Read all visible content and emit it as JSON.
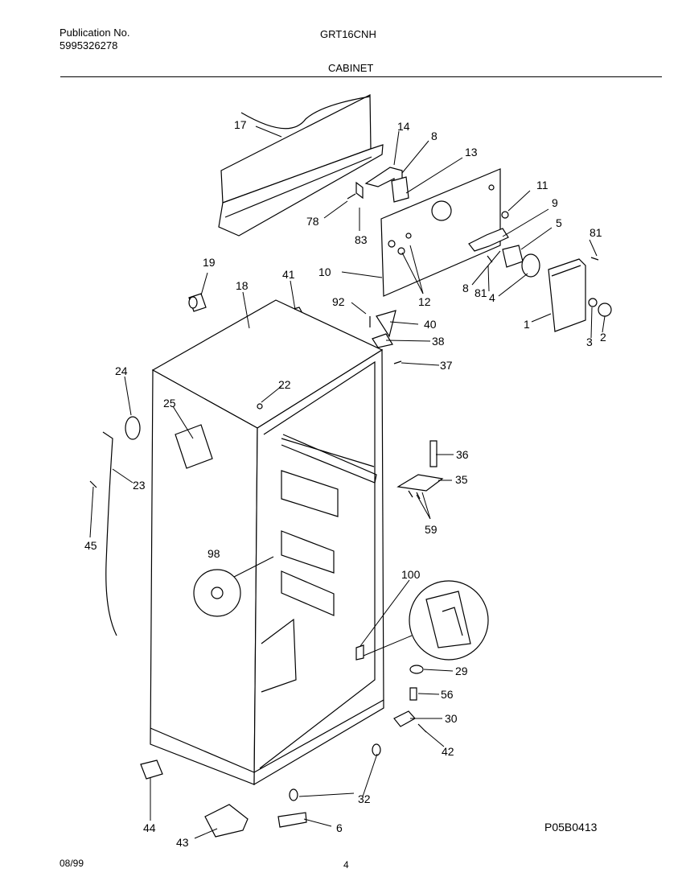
{
  "header": {
    "publication_label": "Publication No.",
    "publication_number": "5995326278",
    "model": "GRT16CNH",
    "section": "CABINET"
  },
  "footer": {
    "date": "08/99",
    "page": "4",
    "figure_code": "P05B0413"
  },
  "callouts": [
    "17",
    "14",
    "8",
    "13",
    "11",
    "9",
    "5",
    "81",
    "78",
    "83",
    "19",
    "18",
    "41",
    "10",
    "12",
    "92",
    "40",
    "38",
    "8",
    "81",
    "4",
    "1",
    "3",
    "2",
    "37",
    "24",
    "22",
    "25",
    "23",
    "45",
    "98",
    "36",
    "35",
    "59",
    "100",
    "29",
    "56",
    "30",
    "42",
    "32",
    "44",
    "6",
    "43"
  ]
}
